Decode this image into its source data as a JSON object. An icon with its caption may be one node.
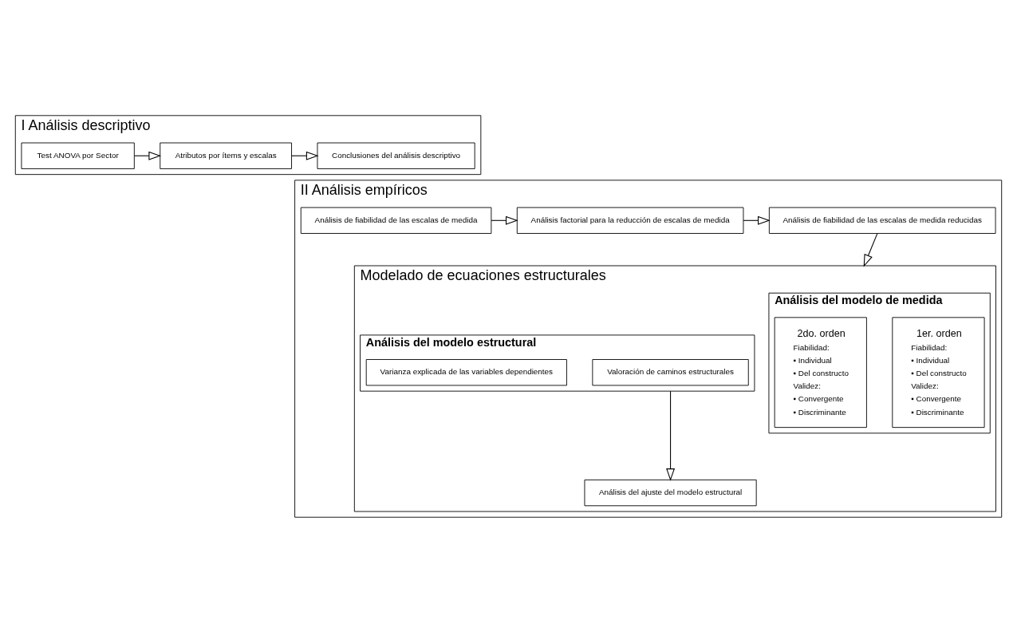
{
  "diagram": {
    "nodes": [
      {
        "text": [
          "I Análisis descriptivo"
        ]
      },
      {
        "text": [
          "Test ANOVA por Sector"
        ],
        "in": 0
      },
      {
        "text": [
          "Atributos por ítems y escalas"
        ],
        "in": 0
      },
      {
        "text": [
          "Conclusiones del análisis descriptivo"
        ],
        "in": 0
      },
      {
        "text": [
          "II Análisis empíricos"
        ]
      },
      {
        "text": [
          "Análisis de fiabilidad de las escalas de medida"
        ],
        "in": 4
      },
      {
        "text": [
          "Análisis factorial para la reducción de escalas de medida"
        ],
        "in": 4
      },
      {
        "text": [
          "Análisis de fiabilidad de las escalas de medida reducidas"
        ],
        "in": 4
      },
      {
        "text": [
          "Modelado de ecuaciones estructurales"
        ],
        "in": 4
      },
      {
        "text": [
          "Análisis del modelo de medida"
        ],
        "in": 8
      },
      {
        "text": [
          "2do. orden",
          "Fiabilidad:",
          "▪ Individual",
          "▪ Del constructo",
          "Validez:",
          "▪ Convergente",
          "▪ Discriminante"
        ],
        "in": 9
      },
      {
        "text": [
          "1er. orden",
          "Fiabilidad:",
          "▪ Individual",
          "▪ Del constructo",
          "Validez:",
          "▪ Convergente",
          "▪ Discriminante"
        ],
        "in": 9
      },
      {
        "text": [
          "Análisis del modelo estructural"
        ],
        "in": 8
      },
      {
        "text": [
          "Varianza explicada de las variables dependientes"
        ],
        "in": 12
      },
      {
        "text": [
          "Valoración de caminos estructurales"
        ],
        "in": 12
      },
      {
        "text": [
          "Análisis del ajuste del modelo estructural"
        ],
        "in": 8
      }
    ],
    "edges": [
      {
        "from": 1,
        "to": 2,
        "arrow": "to"
      },
      {
        "from": 2,
        "to": 3,
        "arrow": "to"
      },
      {
        "from": 5,
        "to": 6,
        "arrow": "to"
      },
      {
        "from": 6,
        "to": 7,
        "arrow": "to"
      },
      {
        "from": 7,
        "to": 8,
        "arrow": "to"
      },
      {
        "from": 12,
        "to": 15,
        "arrow": "to"
      }
    ]
  }
}
